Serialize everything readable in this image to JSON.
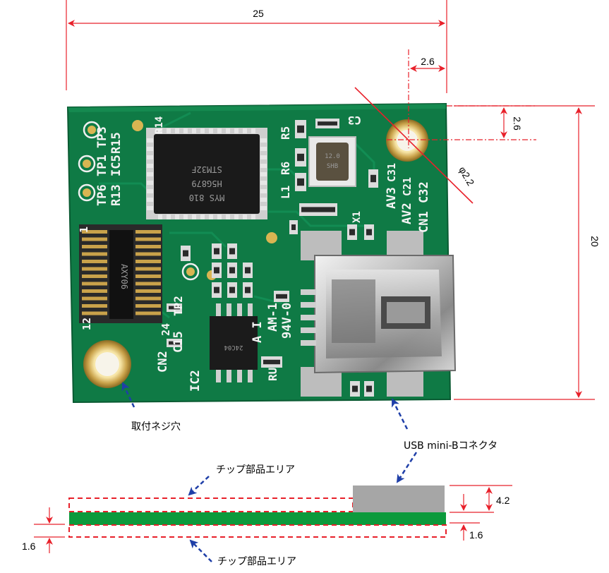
{
  "dimensions": {
    "width": "25",
    "hole_offset_x": "2.6",
    "hole_offset_y": "2.6",
    "hole_diameter": "φ2.2",
    "height": "20",
    "connector_height": "4.2",
    "pcb_thickness_left": "1.6",
    "pcb_thickness_right": "1.6"
  },
  "labels": {
    "mount_hole": "取付ネジ穴",
    "usb_connector": "USB mini-Bコネクタ",
    "chip_area_top": "チップ部品エリア",
    "chip_area_bottom": "チップ部品エリア"
  },
  "board_silkscreen": {
    "tp3": "TP3",
    "tp1": "TP1",
    "tp6": "TP6",
    "ic5": "IC5",
    "r15": "R15",
    "r14": "R14",
    "r13": "R13",
    "r5": "R5",
    "r6": "R6",
    "l1": "L1",
    "c3": "C3",
    "x1": "X1",
    "av3": "AV3",
    "av2": "AV2",
    "c31": "C31",
    "c21": "C21",
    "cn1": "CN1",
    "c32": "C32",
    "cn2": "CN2",
    "c15": "C15",
    "ic2": "IC2",
    "tp2": "TP2",
    "pin1": "1",
    "pin12": "12",
    "pin24": "24",
    "am1": "AM-1",
    "v94": "94V-0",
    "ai": "A I",
    "ul": "RU"
  },
  "colors": {
    "pcb_green": "#0f7a45",
    "dimension_red": "#e8202a",
    "arrow_blue": "#1f3fa8",
    "connector_gray": "#a6a6a6",
    "side_green": "#0c9a3c"
  }
}
